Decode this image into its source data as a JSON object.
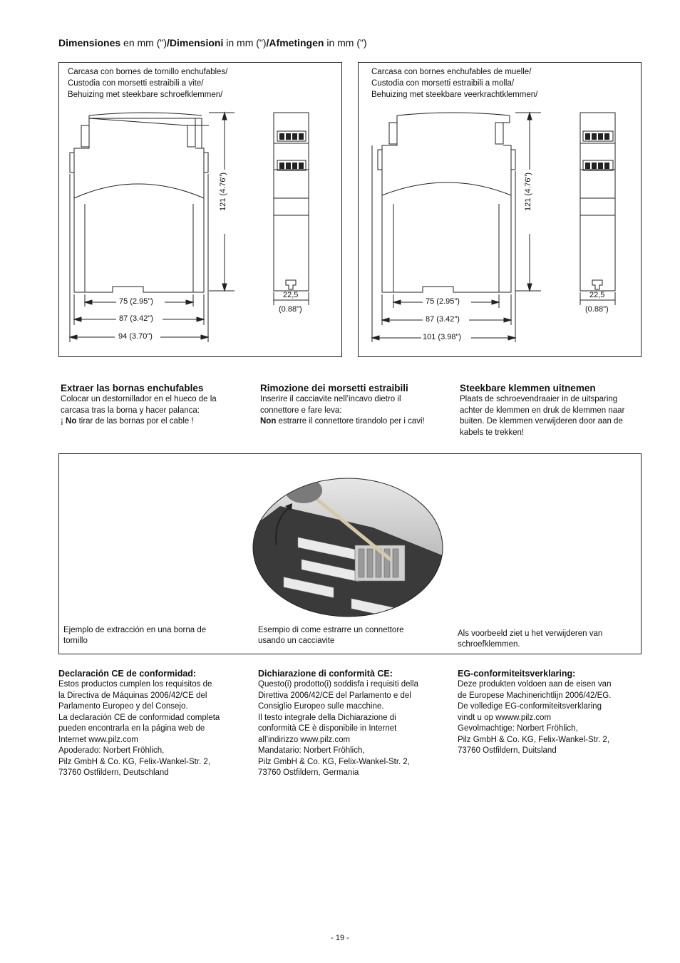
{
  "title": {
    "p1_bold": "Dimensiones",
    "p1": " en mm (\")",
    "p2_bold": "/Dimensioni",
    "p2": " in mm (\")",
    "p3_bold": "/Afmetingen",
    "p3": " in mm (\")"
  },
  "box_left": {
    "label_lines": [
      "Carcasa con bornes de tornillo enchufables/",
      "Custodia con morsetti estraibili a vite/",
      "Behuizing met steekbare schroefklemmen/"
    ],
    "dim_height": "121  (4.76\")",
    "dim_75": "75  (2.95\")",
    "dim_87": "87 (3.42\")",
    "dim_94": "94 (3.70\")",
    "dim_width": "22,5",
    "dim_width_in": "(0.88\")"
  },
  "box_right": {
    "label_lines": [
      "Carcasa con bornes enchufables de muelle/",
      "Custodia con morsetti estraibili a molla/",
      "Behuizing met steekbare veerkrachtklemmen/"
    ],
    "dim_height": "121  (4.76\")",
    "dim_75": "75 (2.95\")",
    "dim_87": "87 (3.42\")",
    "dim_101": "101 (3.98\")",
    "dim_width": "22,5",
    "dim_width_in": "(0.88\")"
  },
  "sections": {
    "es": {
      "heading": "Extraer las bornas enchufables",
      "line1": "Colocar un destornillador en el hueco de la",
      "line2": "carcasa tras la borna y hacer palanca:",
      "line3_pre": "¡ ",
      "line3_bold": "No",
      "line3_post": " tirar de las bornas por el cable !"
    },
    "it": {
      "heading": "Rimozione dei morsetti estraibili",
      "line1": "Inserire il cacciavite nell’incavo dietro il",
      "line2": "connettore e fare leva:",
      "line3_bold": "Non",
      "line3_post": " estrarre il connettore tirandolo per i cavi!"
    },
    "nl": {
      "heading": "Steekbare klemmen uitnemen",
      "lines": [
        "Plaats de schroevendraaier in de uitsparing",
        "achter de klemmen en druk de klemmen naar",
        "buiten. De klemmen verwijderen door aan de",
        "kabels te trekken!"
      ]
    }
  },
  "captions": {
    "es": [
      "Ejemplo de extracción en una borna de",
      "tornillo"
    ],
    "it": [
      "Esempio di come estrarre un connettore",
      "usando un cacciavite"
    ],
    "nl": [
      "Als voorbeeld ziet u het verwijderen van",
      "schroefklemmen."
    ]
  },
  "ce": {
    "es": {
      "heading": "Declaración CE de conformidad:",
      "lines": [
        "Estos productos cumplen los requisitos de",
        "la Directiva de Máquinas 2006/42/CE del",
        "Parlamento Europeo y del Consejo.",
        "La declaración CE de conformidad completa",
        "pueden encontrarla en la página web de",
        "Internet www.pilz.com",
        "Apoderado: Norbert Fröhlich,",
        "Pilz GmbH & Co. KG, Felix-Wankel-Str. 2,",
        "73760 Ostfildern, Deutschland"
      ]
    },
    "it": {
      "heading": "Dichiarazione di conformità CE:",
      "lines": [
        "Questo(i) prodotto(i) soddisfa i requisiti della",
        "Direttiva 2006/42/CE del Parlamento e del",
        "Consiglio Europeo sulle macchine.",
        "Il testo integrale della Dichiarazione di",
        "conformità CE è disponibile in Internet",
        "all’indirizzo www.pilz.com",
        "Mandatario: Norbert Fröhlich,",
        "Pilz GmbH & Co. KG, Felix-Wankel-Str. 2,",
        "73760 Ostfildern, Germania"
      ]
    },
    "nl": {
      "heading": "EG-conformiteitsverklaring:",
      "lines": [
        "Deze produkten voldoen aan de eisen van",
        "de Europese Machinerichtlijn 2006/42/EG.",
        "De volledige EG-conformiteitsverklaring",
        "vindt u op wwww.pilz.com",
        "Gevolmachtige:  Norbert Fröhlich,",
        "Pilz GmbH & Co. KG, Felix-Wankel-Str. 2,",
        "73760 Ostfildern, Duitsland"
      ]
    }
  },
  "page_number": "- 19 -"
}
